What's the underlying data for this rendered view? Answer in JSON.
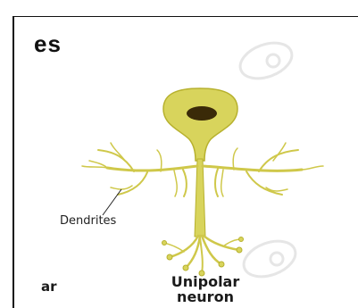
{
  "texts": {
    "title_fragment": "es",
    "left_label_fragment": "ar",
    "neuron_label_line1": "Unipolar",
    "neuron_label_line2": "neuron",
    "dendrites_label": "Dendrites"
  },
  "colors": {
    "neuron_fill": "#d8d45c",
    "neuron_stroke": "#b7b12e",
    "nucleus": "#3a2a08",
    "watermark": "#e6e6e6"
  }
}
